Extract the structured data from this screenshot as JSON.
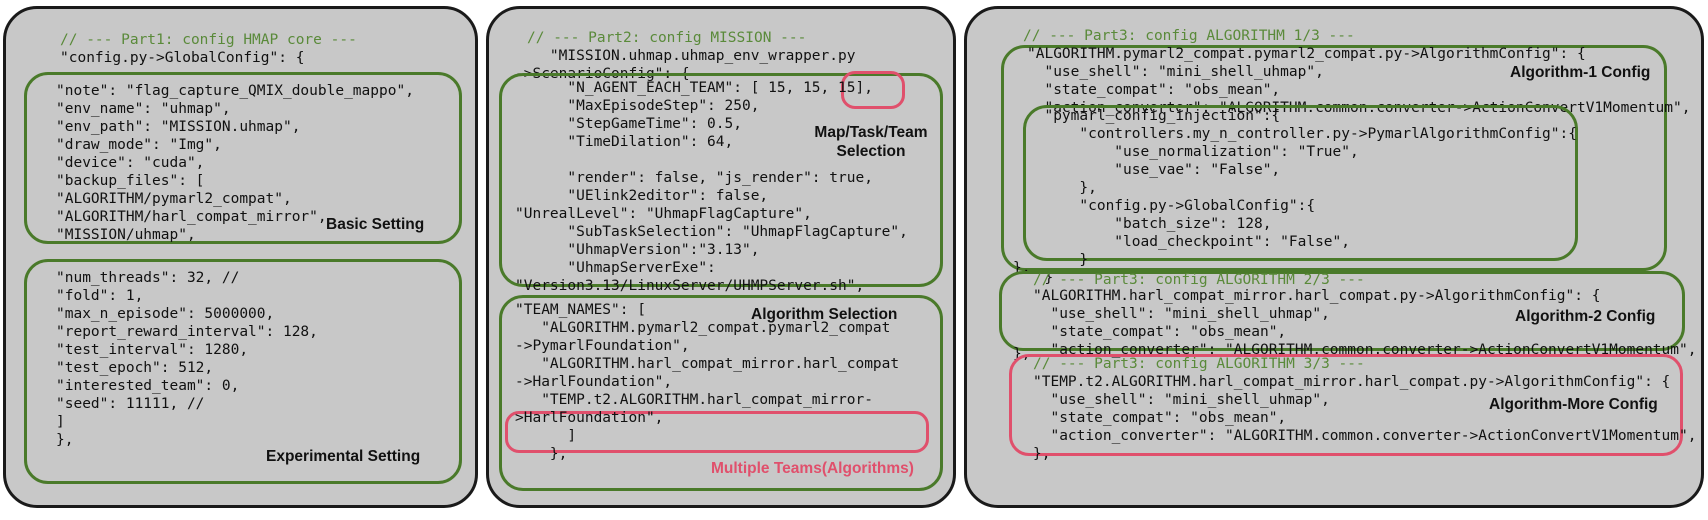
{
  "part1": {
    "comment": "// --- Part1: config HMAP core ---",
    "header": "\"config.py->GlobalConfig\": {",
    "basic_lines": "\"note\": \"flag_capture_QMIX_double_mappo\",\n\"env_name\": \"uhmap\",\n\"env_path\": \"MISSION.uhmap\",\n\"draw_mode\": \"Img\",\n\"device\": \"cuda\",\n\"backup_files\": [\n\"ALGORITHM/pymarl2_compat\",\n\"ALGORITHM/harl_compat_mirror\",\n\"MISSION/uhmap\",",
    "basic_label": "Basic Setting",
    "exp_lines": "\"num_threads\": 32, //\n\"fold\": 1,\n\"max_n_episode\": 5000000,\n\"report_reward_interval\": 128,\n\"test_interval\": 1280,\n\"test_epoch\": 512,\n\"interested_team\": 0,\n\"seed\": 11111, //\n]\n},",
    "exp_label": "Experimental Setting"
  },
  "part2": {
    "comment": "// --- Part2: config MISSION ---",
    "header": "    \"MISSION.uhmap.uhmap_env_wrapper.py\n->ScenarioConfig\": {",
    "map_lines": "      \"N_AGENT_EACH_TEAM\": [ 15, 15, 15],\n      \"MaxEpisodeStep\": 250,\n      \"StepGameTime\": 0.5,\n      \"TimeDilation\": 64,\n\n      \"render\": false, \"js_render\": true,\n      \"UElink2editor\": false,\n\"UnrealLevel\": \"UhmapFlagCapture\",\n      \"SubTaskSelection\": \"UhmapFlagCapture\",\n      \"UhmapVersion\":\"3.13\",\n      \"UhmapServerExe\":\n\"Version3.13/LinuxServer/UHMPServer.sh\",",
    "map_label": "Map/Task/Team\nSelection",
    "algo_lines": "\"TEAM_NAMES\": [\n   \"ALGORITHM.pymarl2_compat.pymarl2_compat\n->PymarlFoundation\",\n   \"ALGORITHM.harl_compat_mirror.harl_compat\n->HarlFoundation\",\n   \"TEMP.t2.ALGORITHM.harl_compat_mirror-\n>HarlFoundation\",\n      ]\n    },",
    "algo_label": "Algorithm Selection",
    "multi_label": "Multiple Teams(Algorithms)"
  },
  "part3": {
    "comment1": "// --- Part3: config ALGORITHM 1/3 ---",
    "algo1_lines": "\"ALGORITHM.pymarl2_compat.pymarl2_compat.py->AlgorithmConfig\": {\n  \"use_shell\": \"mini_shell_uhmap\",\n  \"state_compat\": \"obs_mean\",\n  \"action_converter\": \"ALGORITHM.common.converter->ActionConvertV1Momentum\",",
    "algo1_label": "Algorithm-1 Config",
    "inject_lines": "  \"pymarl_config_injection\":{\n      \"controllers.my_n_controller.py->PymarlAlgorithmConfig\":{\n          \"use_normalization\": \"True\",\n          \"use_vae\": \"False\",\n      },\n      \"config.py->GlobalConfig\":{\n          \"batch_size\": 128,\n          \"load_checkpoint\": \"False\",\n      }\n  }",
    "close1": "},",
    "comment2": "// --- Part3: config ALGORITHM 2/3 ---",
    "algo2_lines": "\"ALGORITHM.harl_compat_mirror.harl_compat.py->AlgorithmConfig\": {\n  \"use_shell\": \"mini_shell_uhmap\",\n  \"state_compat\": \"obs_mean\",\n  \"action_converter\": \"ALGORITHM.common.converter->ActionConvertV1Momentum\",",
    "algo2_label": "Algorithm-2 Config",
    "close2": "},",
    "comment3": "// --- Part3: config ALGORITHM 3/3 ---",
    "algo3_lines": "\"TEMP.t2.ALGORITHM.harl_compat_mirror.harl_compat.py->AlgorithmConfig\": {\n  \"use_shell\": \"mini_shell_uhmap\",\n  \"state_compat\": \"obs_mean\",\n  \"action_converter\": \"ALGORITHM.common.converter->ActionConvertV1Momentum\",\n},",
    "algo3_label": "Algorithm-More Config"
  },
  "colors": {
    "panel_bg": "#c8c8c8",
    "green_border": "#4a7a2a",
    "pink_border": "#e0506c",
    "comment_text": "#5a8a3a"
  }
}
